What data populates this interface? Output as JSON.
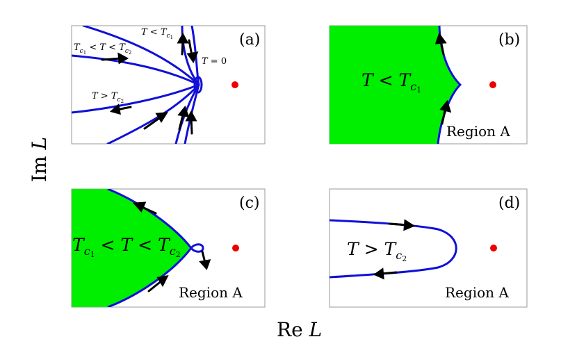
{
  "figure": {
    "axis_labels": {
      "ylabel_prefix": "Im ",
      "ylabel_var": "L",
      "xlabel_prefix": "Re ",
      "xlabel_var": "L"
    },
    "colors": {
      "curve": "#1010d8",
      "region": "#00ee00",
      "point": "#ee0000",
      "arrow": "#000000",
      "frame": "#999999"
    },
    "panels": {
      "a": {
        "tag": "(a)",
        "labels": {
          "t_zero": {
            "lhs": "T",
            "op": " = ",
            "rhs": "0"
          },
          "t_lt_c1": {
            "lhs": "T",
            "op": " < ",
            "rhs": "T",
            "sub": "c",
            "subsub": "1"
          },
          "t_between": {
            "lhs": "T",
            "lsub": "c",
            "lsubsub": "1",
            "op1": " < ",
            "mid": "T",
            "op2": " < ",
            "rhs": "T",
            "rsub": "c",
            "rsubsub": "2"
          },
          "t_gt_c2": {
            "lhs": "T",
            "op": " > ",
            "rhs": "T",
            "sub": "c",
            "subsub": "2"
          }
        }
      },
      "b": {
        "tag": "(b)",
        "region_label": "Region A",
        "formula": {
          "lhs": "T",
          "op": " < ",
          "rhs": "T",
          "sub": "c",
          "subsub": "1"
        }
      },
      "c": {
        "tag": "(c)",
        "region_label": "Region A",
        "formula": {
          "lhs": "T",
          "lsub": "c",
          "lsubsub": "1",
          "op1": " < ",
          "mid": "T",
          "op2": " < ",
          "rhs": "T",
          "rsub": "c",
          "rsubsub": "2"
        }
      },
      "d": {
        "tag": "(d)",
        "region_label": "Region A",
        "formula": {
          "lhs": "T",
          "op": " > ",
          "rhs": "T",
          "sub": "c",
          "subsub": "2"
        }
      }
    }
  }
}
